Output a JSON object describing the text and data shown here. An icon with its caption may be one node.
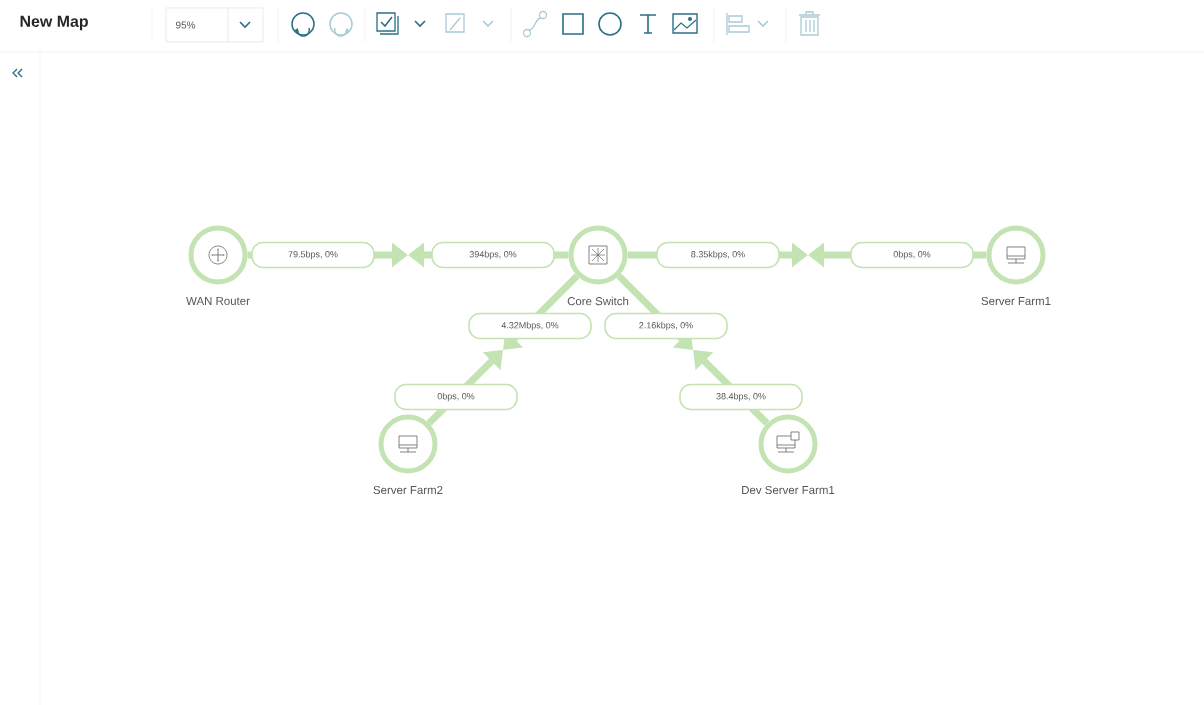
{
  "diagram": {
    "title": "New Map",
    "nodes": [
      {
        "text": [
          "WAN Router"
        ]
      },
      {
        "text": [
          "Core Switch"
        ]
      },
      {
        "text": [
          "Server Farm1"
        ]
      },
      {
        "text": [
          "Server Farm2"
        ]
      },
      {
        "text": [
          "Dev Server Farm1"
        ]
      }
    ],
    "edges": [
      {
        "from": 0,
        "to": null,
        "arrow": "to",
        "label": "79.5bps,  0%"
      },
      {
        "from": 1,
        "to": null,
        "arrow": "to",
        "label": "394bps,  0%"
      },
      {
        "from": 1,
        "to": null,
        "arrow": "to",
        "label": "8.35kbps,  0%"
      },
      {
        "from": 2,
        "to": null,
        "arrow": "to",
        "label": "0bps,  0%"
      },
      {
        "from": 1,
        "to": null,
        "arrow": "to",
        "label": "4.32Mbps,  0%"
      },
      {
        "from": 3,
        "to": null,
        "arrow": "to",
        "label": "0bps,  0%"
      },
      {
        "from": 1,
        "to": null,
        "arrow": "to",
        "label": "2.16kbps,  0%"
      },
      {
        "from": 4,
        "to": null,
        "arrow": "to",
        "label": "38.4bps,  0%"
      }
    ],
    "labels": [
      "95%"
    ]
  }
}
